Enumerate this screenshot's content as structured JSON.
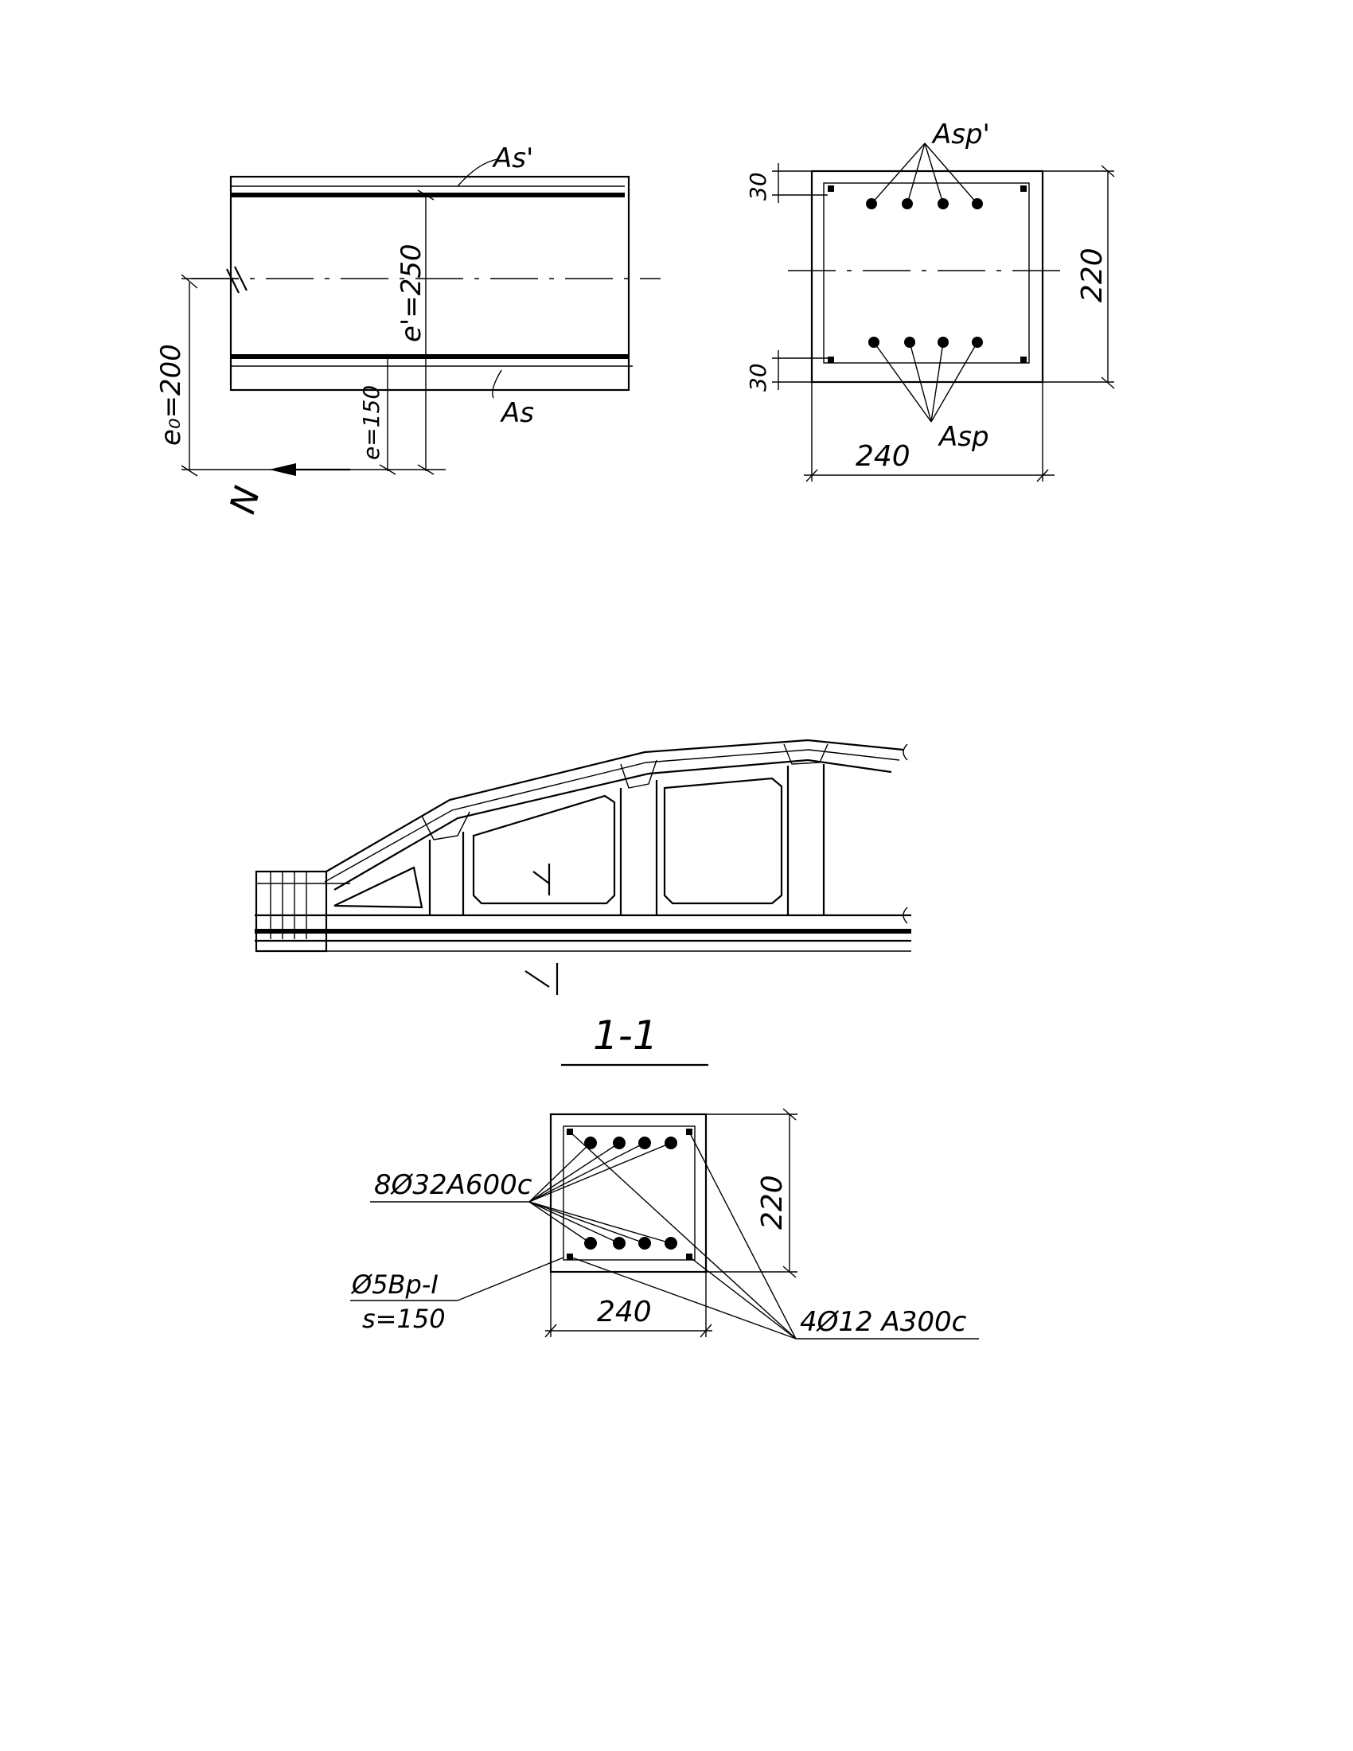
{
  "eccentric_diagram": {
    "label_As_top": "As'",
    "label_As_bottom": "As",
    "label_e_prime": "e'=250",
    "label_e0": "e₀=200",
    "label_e": "e=150",
    "label_N": "N"
  },
  "section_top": {
    "label_Asp_top": "Asp'",
    "label_Asp_bottom": "Asp",
    "dim_cover_top": "30",
    "dim_cover_bottom": "30",
    "dim_height": "220",
    "dim_width": "240"
  },
  "truss": {
    "cut_marker_top": "1",
    "cut_marker_bottom": "1"
  },
  "section_1_1": {
    "title": "1-1",
    "label_main_bars": "8Ø32A600c",
    "label_stirrups_line1": "Ø5Bp-I",
    "label_stirrups_line2": "s=150",
    "label_corner_bars": "4Ø12 A300c",
    "dim_height": "220",
    "dim_width": "240"
  }
}
